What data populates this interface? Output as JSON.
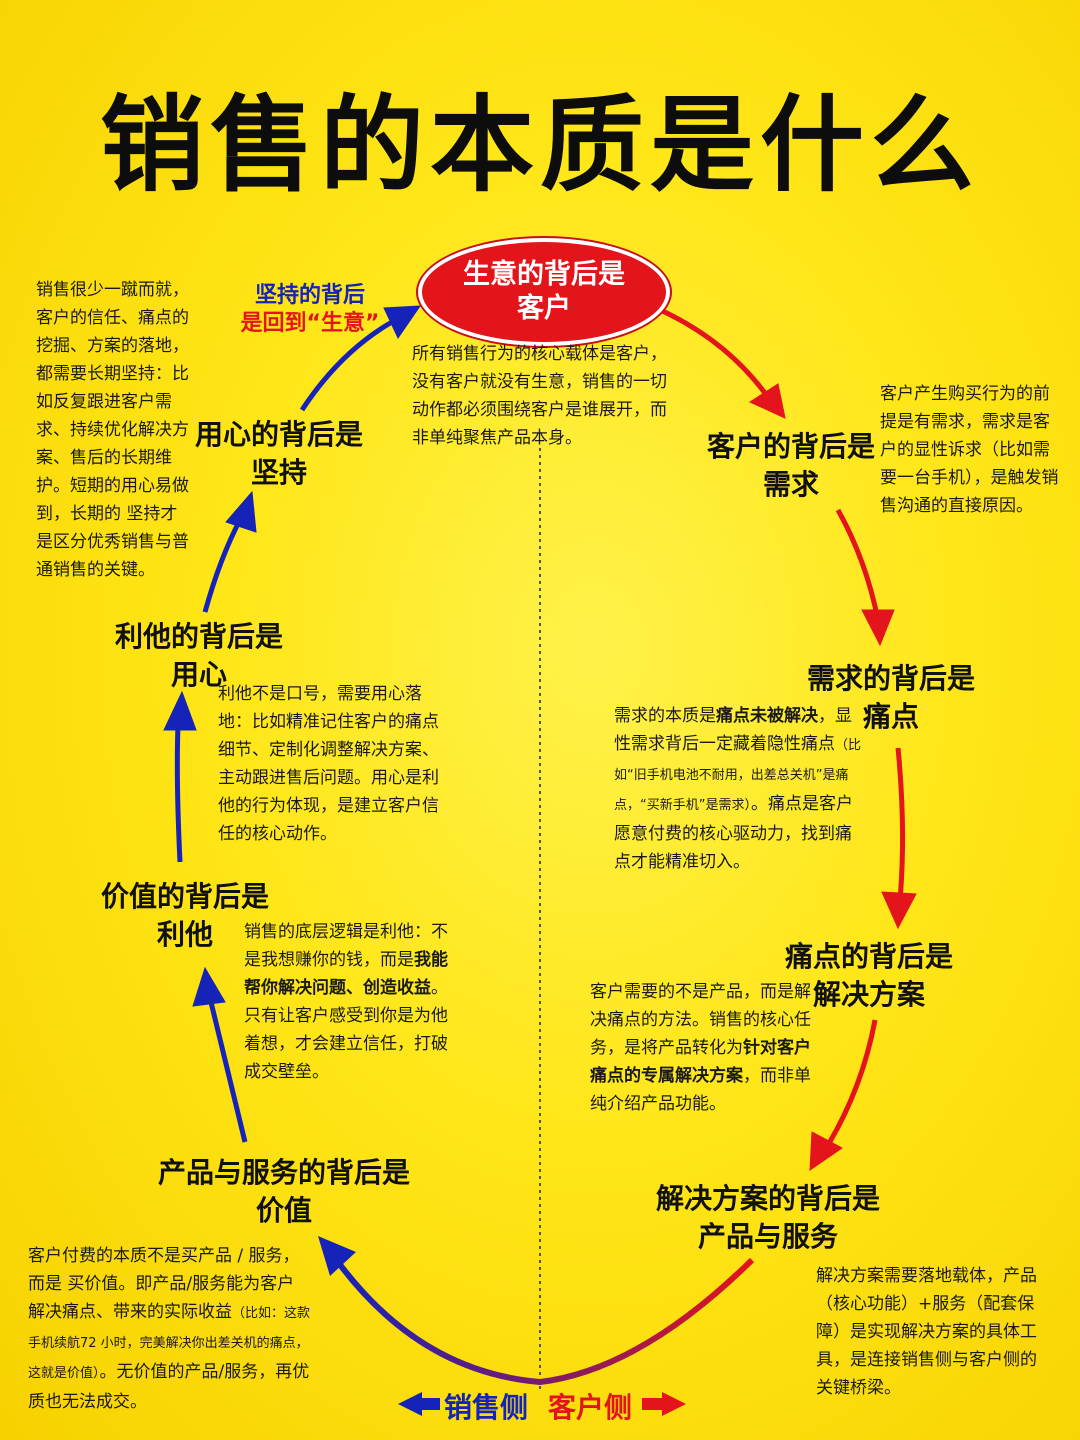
{
  "title": "销售的本质是什么",
  "center": {
    "line1": "生意的背后是",
    "line2": "客户"
  },
  "persist_note": {
    "line1": "坚持的背后",
    "line2": "是回到“生意”"
  },
  "center_desc": "所有销售行为的核心载体是客户，没有客户就没有生意，销售的一切动作都必须围绕客户是谁展开，而非单纯聚焦产品本身。",
  "nodes": {
    "customer": {
      "line1": "客户的背后是",
      "line2": "需求"
    },
    "demand": {
      "line1": "需求的背后是",
      "line2": "痛点"
    },
    "pain": {
      "line1": "痛点的背后是",
      "line2": "解决方案"
    },
    "solution": {
      "line1": "解决方案的背后是",
      "line2": "产品与服务"
    },
    "product": {
      "line1": "产品与服务的背后是",
      "line2": "价值"
    },
    "value": {
      "line1": "价值的背后是",
      "line2": "利他"
    },
    "altruism": {
      "line1": "利他的背后是",
      "line2": "用心"
    },
    "attentive": {
      "line1": "用心的背后是",
      "line2": "坚持"
    }
  },
  "descs": {
    "customer": "客户产生购买行为的前提是有需求，需求是客户的显性诉求（比如需要一台手机），是触发销售沟通的直接原因。",
    "demand": {
      "p1": "需求的本质是",
      "b1": "痛点未被解决",
      "p2": "，显性需求背后一定藏着隐性痛点",
      "small": "（比如“旧手机电池不耐用，出差总关机”是痛点，“买新手机”是需求）",
      "p3": "。痛点是客户愿意付费的核心驱动力，找到痛点才能精准切入。"
    },
    "pain": {
      "p1": "客户需要的不是产品，而是解决痛点的方法。销售的核心任务，是将产品转化为",
      "b1": "针对客户痛点的专属解决方案",
      "p2": "，而非单纯介绍产品功能。"
    },
    "solution": "解决方案需要落地载体，产品（核心功能）+服务（配套保障）是实现解决方案的具体工具，是连接销售侧与客户侧的关键桥梁。",
    "product": {
      "p1": "客户付费的本质不是买产品 / 服务，而是 买价值。即产品/服务能为客户解决痛点、带来的实际收益",
      "small": "（比如：这款手机续航72 小时，完美解决你出差关机的痛点，这就是价值）",
      "p2": "。无价值的产品/服务，再优质也无法成交。"
    },
    "value": {
      "p1": "销售的底层逻辑是利他：不是我想赚你的钱，而是",
      "b1": "我能帮你解决问题、创造收益",
      "p2": "。只有让客户感受到你是为他着想，才会建立信任，打破成交壁垒。"
    },
    "altruism": "利他不是口号，需要用心落地：比如精准记住客户的痛点细节、定制化调整解决方案、主动跟进售后问题。用心是利他的行为体现，是建立客户信任的核心动作。",
    "attentive": "销售很少一蹴而就，客户的信任、痛点的挖掘、方案的落地，都需要长期坚持：比如反复跟进客户需求、持续优化解决方案、售后的长期维护。短期的用心易做到，长期的 坚持才是区分优秀销售与普通销售的关键。"
  },
  "bottom": {
    "sales": "销售侧",
    "customer": "客户侧"
  },
  "colors": {
    "background": "#ffe617",
    "sales_side": "#1623b8",
    "customer_side": "#e3141b"
  }
}
